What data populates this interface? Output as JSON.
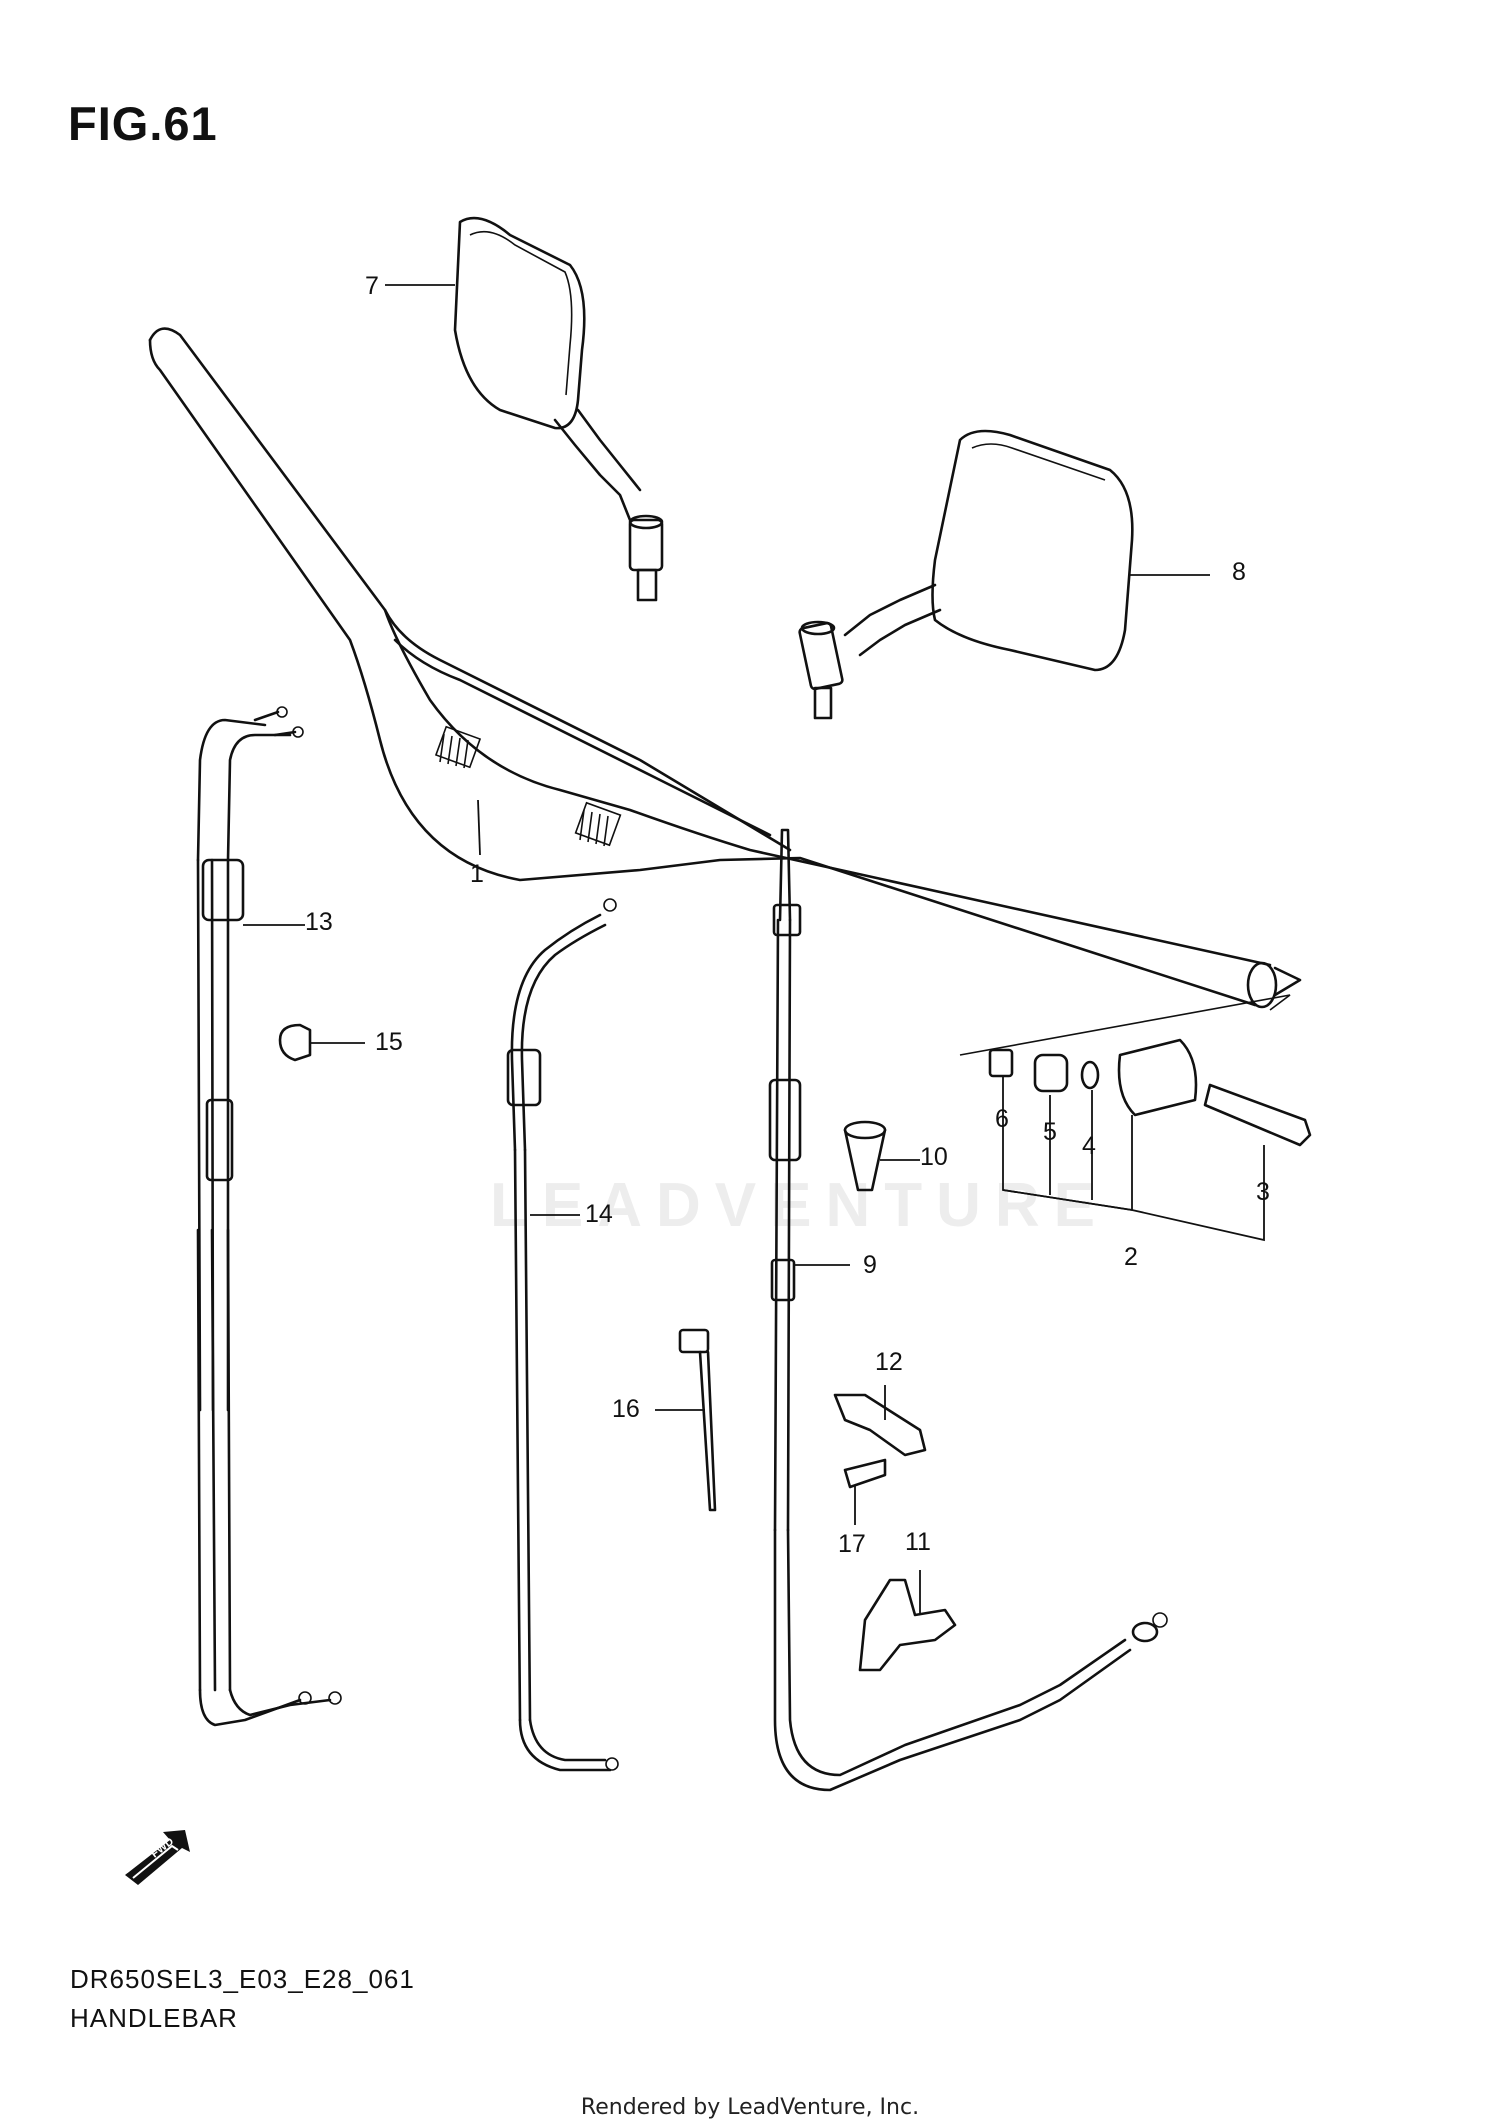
{
  "figure": {
    "title": "FIG.61"
  },
  "callouts": {
    "c1": "1",
    "c2": "2",
    "c3": "3",
    "c4": "4",
    "c5": "5",
    "c6": "6",
    "c7": "7",
    "c8": "8",
    "c9": "9",
    "c10": "10",
    "c11": "11",
    "c12": "12",
    "c13": "13",
    "c14": "14",
    "c15": "15",
    "c16": "16",
    "c17": "17"
  },
  "fwd_arrow": {
    "label": "FWD"
  },
  "footer": {
    "model_code": "DR650SEL3_E03_E28_061",
    "section_name": "HANDLEBAR",
    "rendered_by": "Rendered by LeadVenture, Inc."
  },
  "watermark": {
    "text": "LEADVENTURE"
  }
}
